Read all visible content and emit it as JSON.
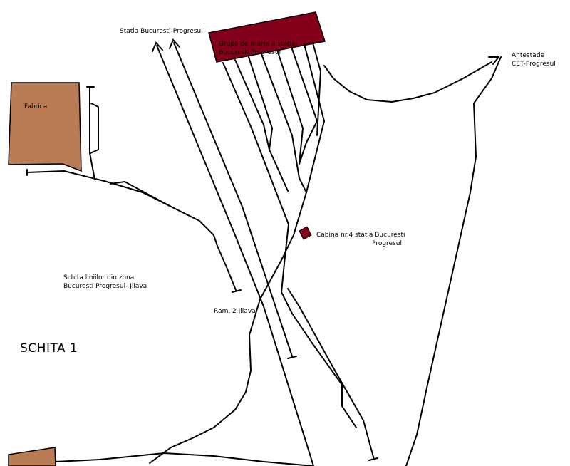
{
  "labels": {
    "statia": "Statia Bucuresti-Progresul",
    "grupa_line1": "Grupa de marfa a statiei",
    "grupa_line2": "Bucuresti Progresul",
    "antestatie_line1": "Antestatie",
    "antestatie_line2": "CET-Progresul",
    "fabrica": "Fabrica",
    "cabina_line1": "Cabina nr.4 statia Bucuresti",
    "cabina_line2": "Progresul",
    "schita_line1": "Schita liniilor din zona",
    "schita_line2": "Bucuresti Progresul- Jilava",
    "ram": "Ram. 2 Jilava",
    "title": "SCHITA 1"
  },
  "colors": {
    "building_brown": "#B97C55",
    "building_dark_red": "#820019",
    "track": "#000000",
    "background": "#ffffff"
  }
}
